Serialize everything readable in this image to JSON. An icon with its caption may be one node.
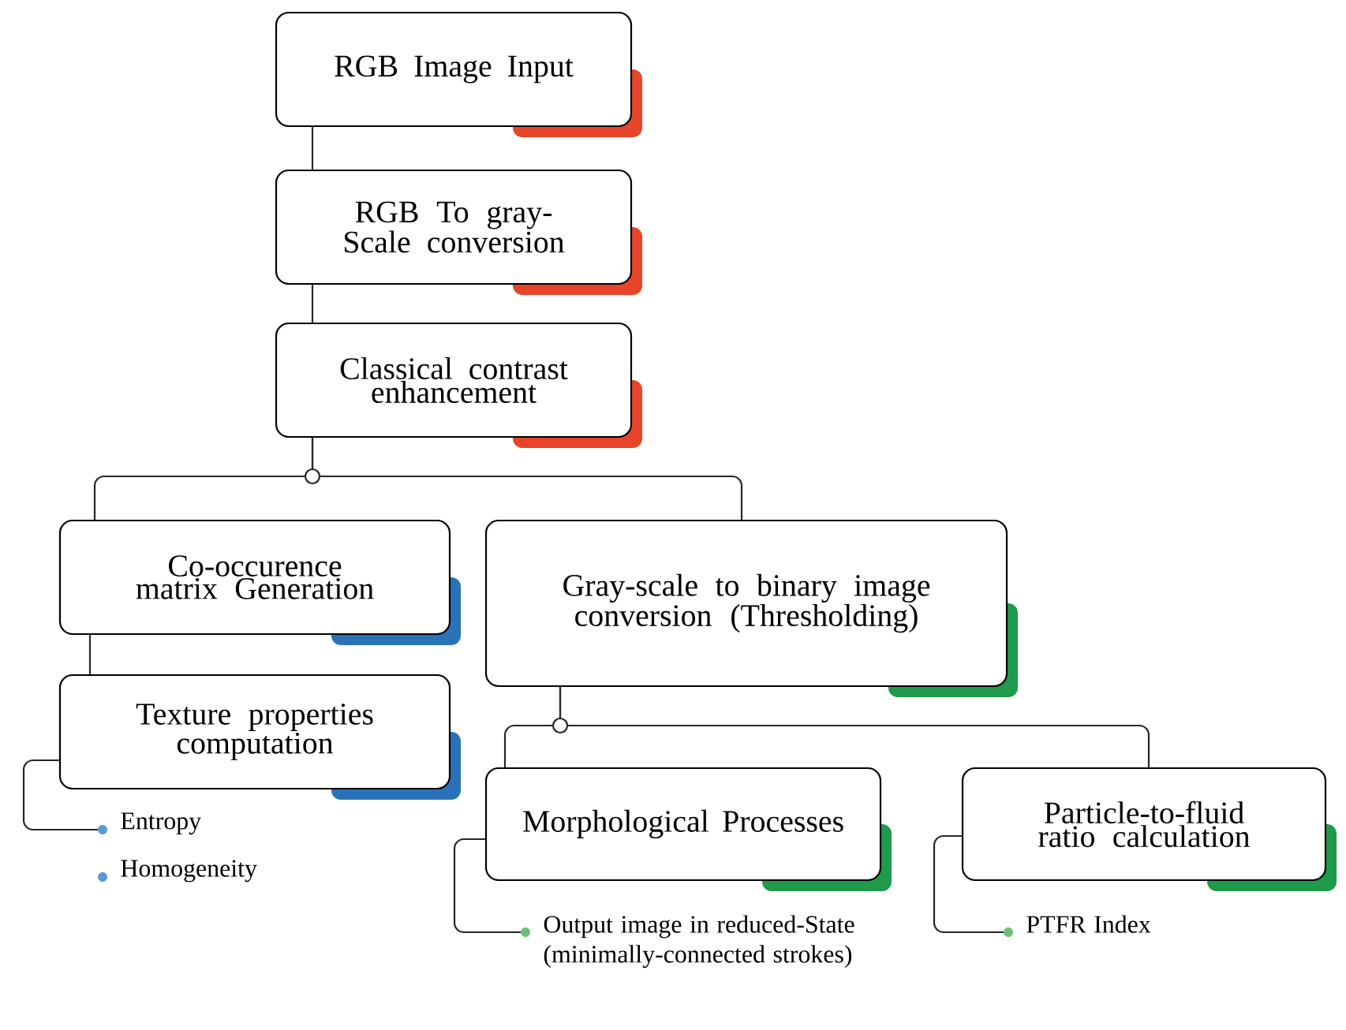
{
  "diagram": {
    "nodes": [
      {
        "text": [
          "RGB Image Input"
        ]
      },
      {
        "text": [
          "RGB To gray-Scale conversion"
        ]
      },
      {
        "text": [
          "Classical contrast enhancement"
        ]
      },
      {
        "text": [
          "Co-occurence matrix Generation"
        ]
      },
      {
        "text": [
          "Gray-scale to binary image conversion (Thresholding)"
        ]
      },
      {
        "text": [
          "Texture properties computation"
        ]
      },
      {
        "text": [
          "Morphological Processes"
        ]
      },
      {
        "text": [
          "Particle-to-fluid ratio calculation"
        ]
      },
      {
        "text": [
          "Entropy"
        ]
      },
      {
        "text": [
          "Output image in reduced-State (minimally-connected strokes)"
        ]
      },
      {
        "text": [
          "PTFR Index"
        ]
      }
    ],
    "edges": [
      {
        "from": 0,
        "to": 1,
        "arrow": "none"
      },
      {
        "from": 1,
        "to": 2,
        "arrow": "none"
      },
      {
        "from": 2,
        "to": 3,
        "arrow": "none"
      },
      {
        "from": 2,
        "to": 4,
        "arrow": "none"
      },
      {
        "from": 3,
        "to": 5,
        "arrow": "none"
      },
      {
        "from": 4,
        "to": 6,
        "arrow": "none"
      },
      {
        "from": 4,
        "to": 7,
        "arrow": "none"
      },
      {
        "from": 5,
        "to": 8,
        "arrow": "none"
      },
      {
        "from": 6,
        "to": 9,
        "arrow": "none"
      },
      {
        "from": 7,
        "to": 10,
        "arrow": "none"
      }
    ],
    "labels": [
      "Homogeneity"
    ]
  }
}
